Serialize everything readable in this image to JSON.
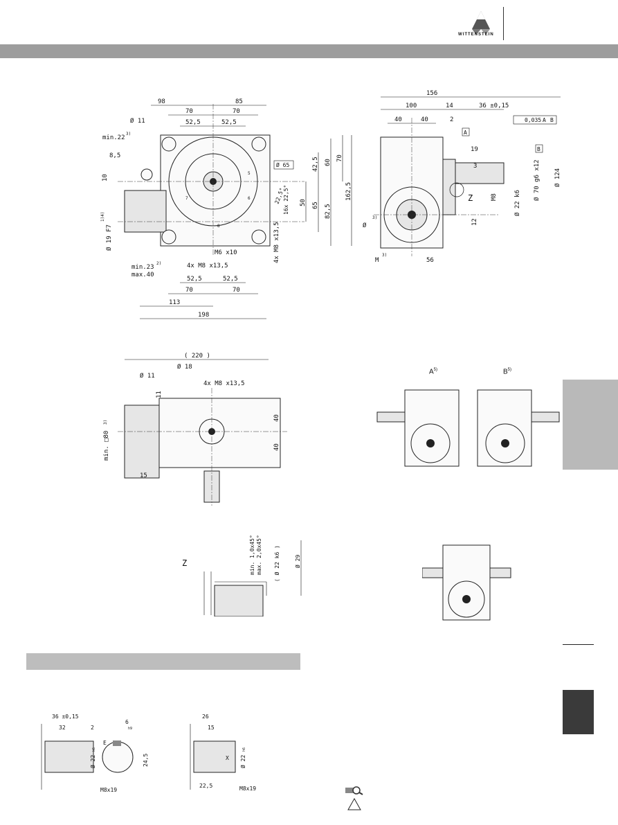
{
  "brand": {
    "name": "WITTENSTEIN"
  },
  "front_view": {
    "dims_top": [
      "98",
      "85",
      "70",
      "70",
      "52,5",
      "52,5"
    ],
    "dims_left": [
      "Ø 11",
      "min.22",
      "3)",
      "8,5",
      "10"
    ],
    "dims_right": [
      "42,5",
      "60",
      "70",
      "50",
      "65",
      "82,5",
      "162,5"
    ],
    "dims_bottom": [
      "52,5",
      "52,5",
      "70",
      "70",
      "113",
      "198"
    ],
    "labels": [
      "Ø 65",
      "22,5°",
      "16x 22,5°",
      "M6 x10",
      "4x M8 x13,5",
      "4x M8 x13,5",
      "Ø 19 F7",
      "1)4)",
      "min.23",
      "2)",
      "max.40",
      "5",
      "6",
      "7",
      "8"
    ]
  },
  "side_view": {
    "dims_top": [
      "156",
      "100",
      "14",
      "36 ±0,15",
      "40",
      "40",
      "2"
    ],
    "tolerance": [
      "0,035",
      "A",
      "B"
    ],
    "datums": [
      "A",
      "B"
    ],
    "labels": [
      "19",
      "3",
      "M8",
      "Ø 22 k6",
      "Ø 70 g6 x12",
      "Ø 124",
      "12",
      "Z",
      "Ø",
      "3)",
      "M",
      "3)",
      "56"
    ]
  },
  "top_view": {
    "labels": [
      "( 220 )",
      "Ø 18",
      "Ø 11",
      "11",
      "4x M8 x13,5",
      "min. □80",
      "3)",
      "40",
      "40",
      "15"
    ]
  },
  "variants": [
    {
      "label": "A",
      "note": "5)"
    },
    {
      "label": "B",
      "note": "5)"
    }
  ],
  "detail_z": {
    "label": "Z",
    "labels": [
      "min. 1,0x45°",
      "max. 2,0x45°",
      "( Ø 22 k6 )",
      "Ø 29"
    ]
  },
  "shaft_keyway": {
    "labels": [
      "36 ±0,15",
      "32",
      "2",
      "6",
      "h9",
      "E",
      "Ø 22",
      "k6",
      "24,5",
      "M8x19"
    ]
  },
  "shaft_smooth": {
    "labels": [
      "26",
      "15",
      "X",
      "Ø 22",
      "h6",
      "22,5",
      "M8x19"
    ]
  }
}
